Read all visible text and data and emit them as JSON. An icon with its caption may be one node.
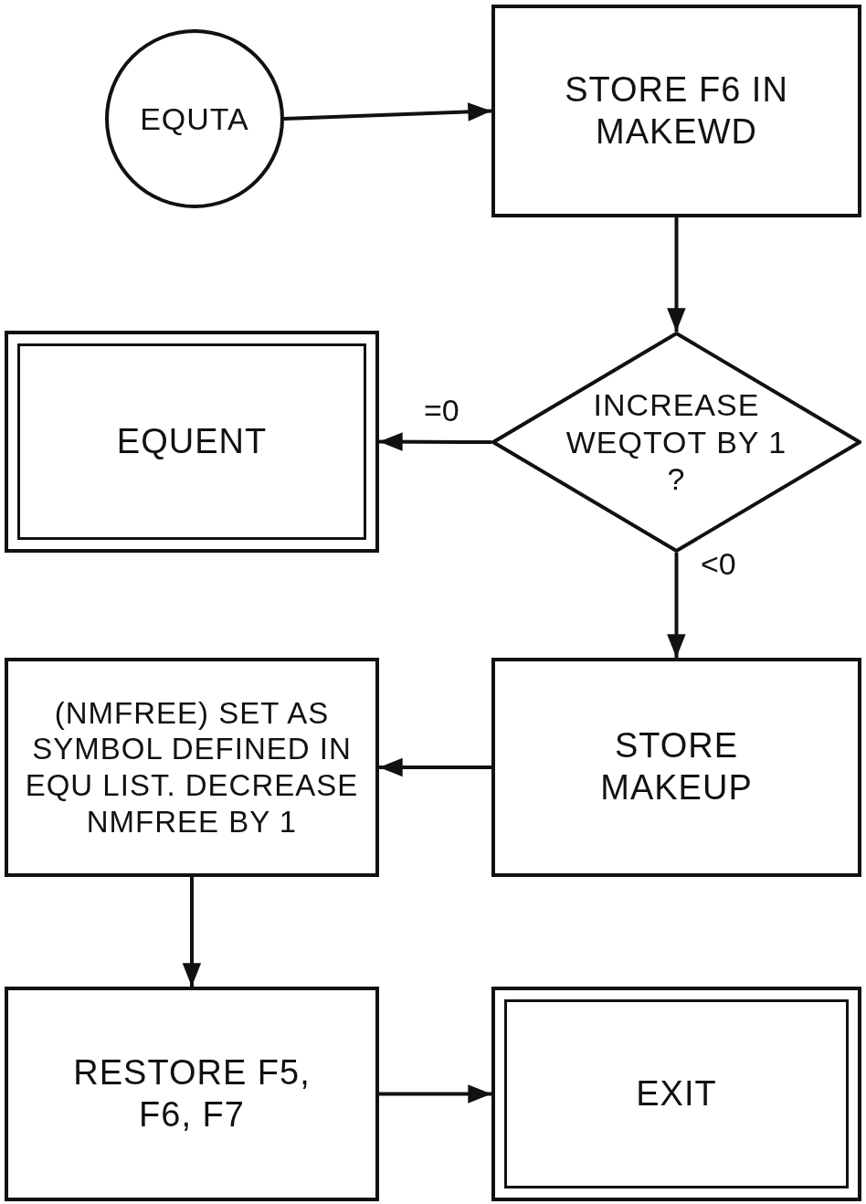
{
  "diagram": {
    "nodes": [
      {
        "text": [
          "EQUTA"
        ]
      },
      {
        "text": [
          "STORE F6 IN MAKEWD"
        ]
      },
      {
        "text": [
          "INCREASE WEQTOT BY 1 ?"
        ]
      },
      {
        "text": [
          "EQUENT"
        ]
      },
      {
        "text": [
          "STORE MAKEUP"
        ]
      },
      {
        "text": [
          "(NMFREE) SET AS SYMBOL DEFINED IN EQU LIST. DECREASE NMFREE BY 1"
        ]
      },
      {
        "text": [
          "RESTORE F5, F6, F7"
        ]
      },
      {
        "text": [
          "EXIT"
        ]
      }
    ],
    "edges": [
      {
        "from": 0,
        "to": 1,
        "arrow": "to"
      },
      {
        "from": 1,
        "to": 2,
        "arrow": "to"
      },
      {
        "from": 2,
        "to": 3,
        "arrow": "to",
        "label": "=0"
      },
      {
        "from": 2,
        "to": 4,
        "arrow": "to",
        "label": "<0"
      },
      {
        "from": 4,
        "to": 5,
        "arrow": "to"
      },
      {
        "from": 5,
        "to": 6,
        "arrow": "to"
      },
      {
        "from": 6,
        "to": 7,
        "arrow": "to"
      }
    ]
  }
}
